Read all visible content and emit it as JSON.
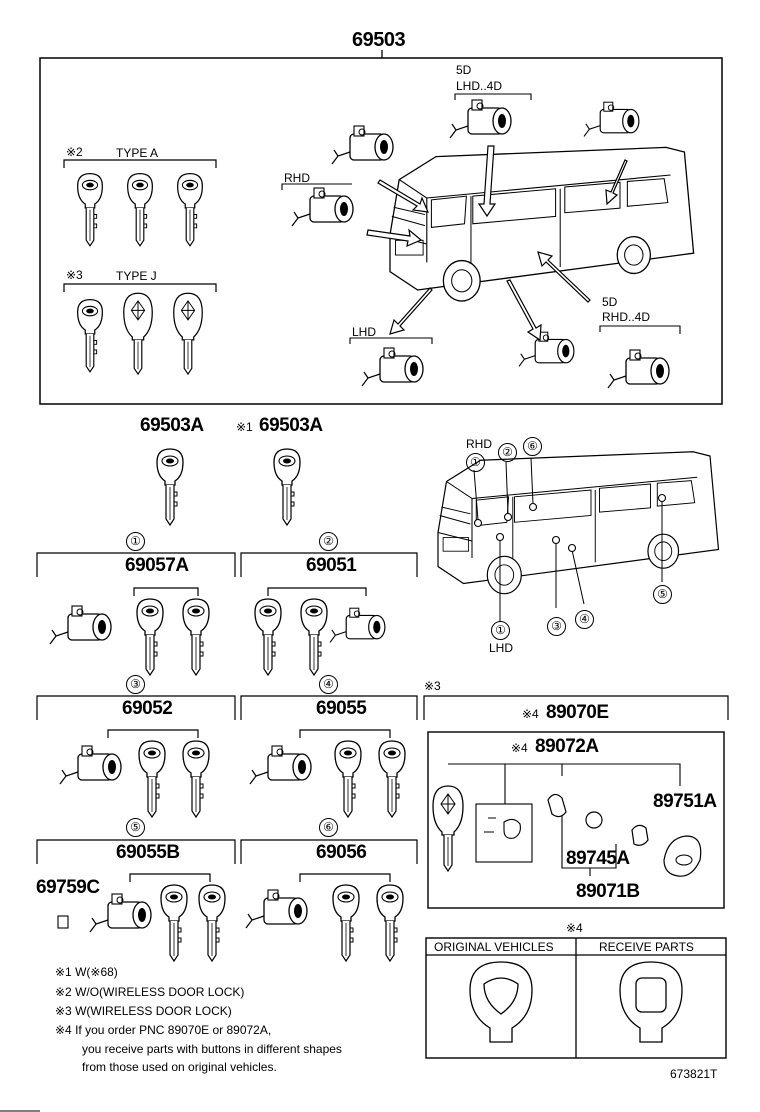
{
  "main_part": "69503",
  "top_section": {
    "type_a": {
      "mark": "※2",
      "label": "TYPE A"
    },
    "type_j": {
      "mark": "※3",
      "label": "TYPE J"
    },
    "rhd": "RHD",
    "lhd": "LHD",
    "lhd_5d_top": "5D",
    "lhd_5d_bottom": "LHD..4D",
    "rhd_5d_top": "5D",
    "rhd_5d_bottom": "RHD..4D"
  },
  "keys": {
    "k1": "69503A",
    "k2_mark": "※1",
    "k2": "69503A"
  },
  "groups": [
    {
      "circle": "①",
      "part": "69057A"
    },
    {
      "circle": "②",
      "part": "69051"
    },
    {
      "circle": "③",
      "part": "69052"
    },
    {
      "circle": "④",
      "part": "69055"
    },
    {
      "circle": "⑤",
      "part": "69055B",
      "extra": "69759C"
    },
    {
      "circle": "⑥",
      "part": "69056"
    }
  ],
  "van_labels": {
    "rhd": "RHD",
    "lhd": "LHD",
    "c1": "①",
    "c2": "②",
    "c6": "⑥",
    "c1b": "①",
    "c3": "③",
    "c4": "④",
    "c5": "⑤"
  },
  "wireless": {
    "section_mark": "※3",
    "main_mark": "※4",
    "main": "89070E",
    "sub_mark": "※4",
    "sub": "89072A",
    "p1": "89751A",
    "p2": "89745A",
    "p3": "89071B"
  },
  "compare": {
    "mark": "※4",
    "col1": "ORIGINAL VEHICLES",
    "col2": "RECEIVE PARTS"
  },
  "notes": [
    "※1 W(※68)",
    "※2 W/O(WIRELESS DOOR LOCK)",
    "※3 W(WIRELESS DOOR LOCK)",
    "※4 If you order PNC 89070E or 89072A,",
    "you receive parts with buttons in different shapes",
    "from those used on original vehicles."
  ],
  "diagram_id": "673821T"
}
